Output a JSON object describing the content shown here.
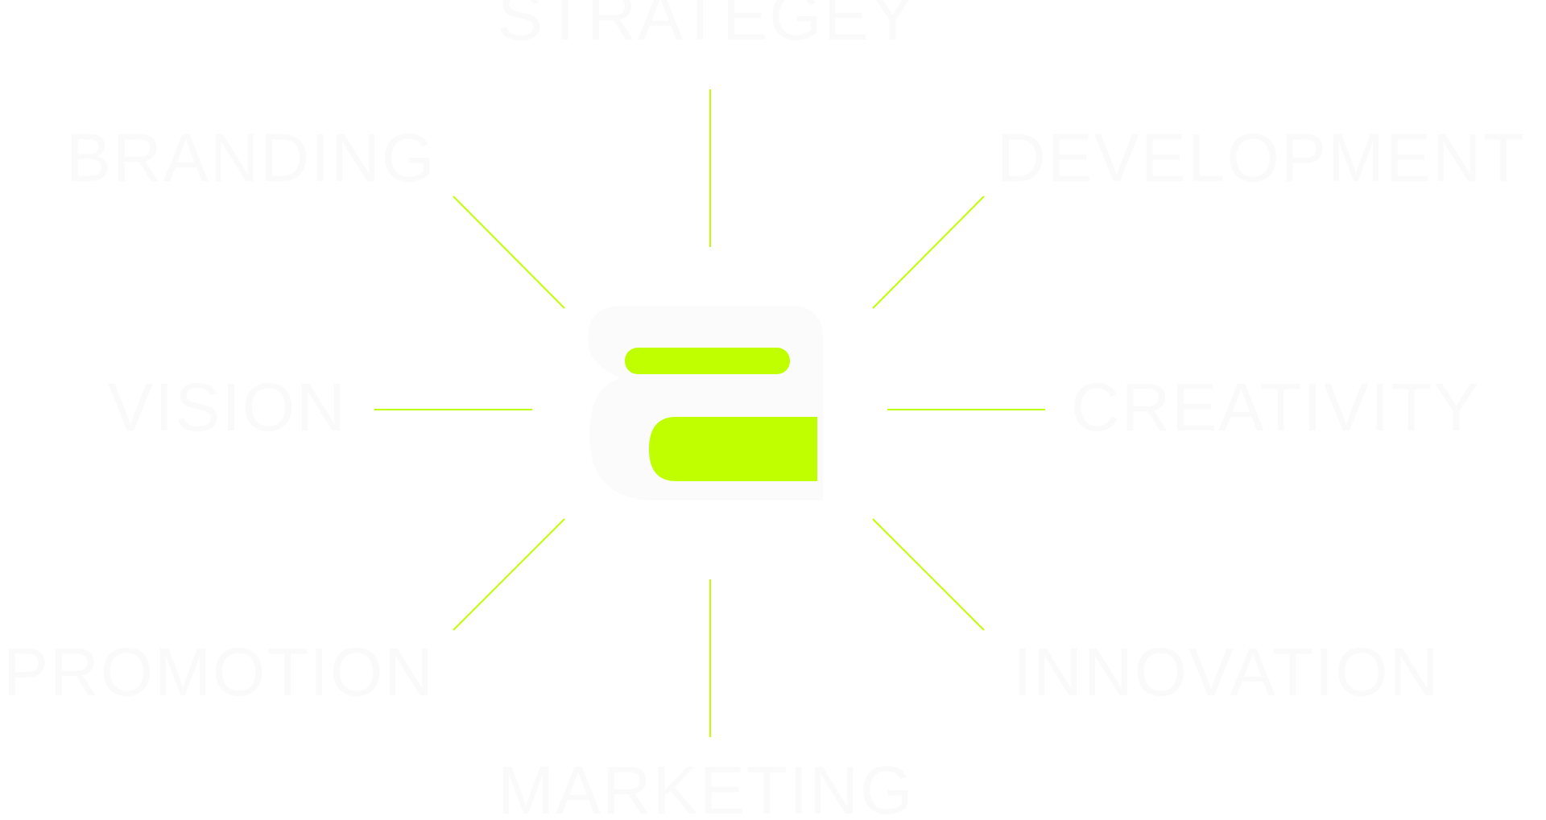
{
  "colors": {
    "accent": "#c0ff00",
    "background": "#ffffff",
    "word_text": "#fafafa",
    "logo_outline": "#fbfbfb"
  },
  "logo": {
    "icon": "a-letter-logo-icon"
  },
  "words": {
    "top": "STRATEGEY",
    "top_left": "BRANDING",
    "top_right": "DEVELOPMENT",
    "left": "VISION",
    "right": "CREATIVITY",
    "bottom_left": "PROMOTION",
    "bottom_right": "INNOVATION",
    "bottom": "MARKETING"
  }
}
